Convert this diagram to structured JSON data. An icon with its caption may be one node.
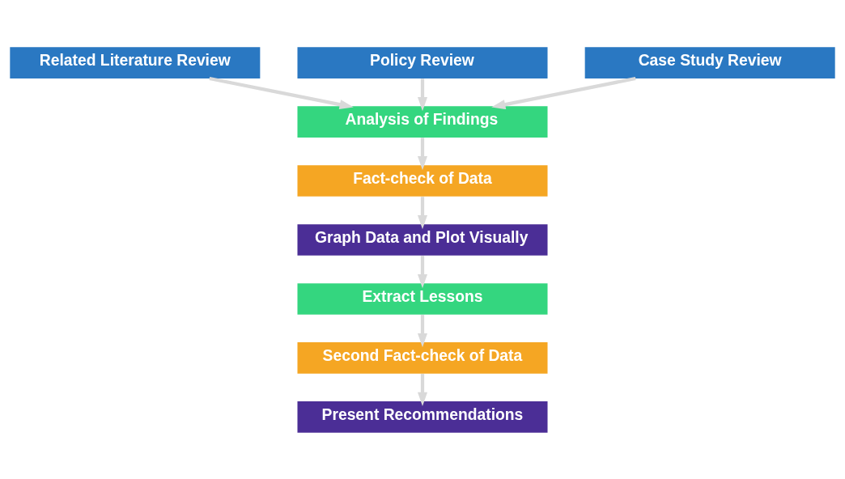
{
  "diagram": {
    "nodes": [
      {
        "text": [
          "Policy Review"
        ]
      },
      {
        "text": [
          "Related Literature Review"
        ]
      },
      {
        "text": [
          "Case Study Review"
        ]
      },
      {
        "text": [
          "Analysis of Findings"
        ]
      },
      {
        "text": [
          "Fact-check of Data"
        ]
      },
      {
        "text": [
          "Graph Data and Plot Visually"
        ]
      },
      {
        "text": [
          "Extract Lessons"
        ]
      },
      {
        "text": [
          "Second Fact-check of Data"
        ]
      },
      {
        "text": [
          "Present Recommendations"
        ]
      }
    ],
    "edges": [
      {
        "from": 1,
        "to": 3,
        "arrow": "to"
      },
      {
        "from": 0,
        "to": 3,
        "arrow": "to"
      },
      {
        "from": 2,
        "to": 3,
        "arrow": "to"
      },
      {
        "from": 3,
        "to": 4,
        "arrow": "to"
      },
      {
        "from": 4,
        "to": 5,
        "arrow": "to"
      },
      {
        "from": 5,
        "to": 6,
        "arrow": "to"
      },
      {
        "from": 6,
        "to": 7,
        "arrow": "to"
      },
      {
        "from": 7,
        "to": 8,
        "arrow": "to"
      }
    ]
  }
}
